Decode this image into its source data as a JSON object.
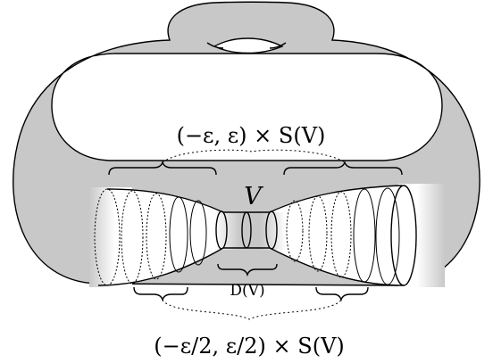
{
  "labels": {
    "top_product": "(−ε, ε) × S(V)",
    "submanifold": "V",
    "disk_bundle": "D(V)",
    "bottom_product": "(−ε/2, ε/2) × S(V)"
  },
  "colors": {
    "surface_fill": "#c8c8c8",
    "outline": "#000000",
    "background": "#ffffff"
  }
}
